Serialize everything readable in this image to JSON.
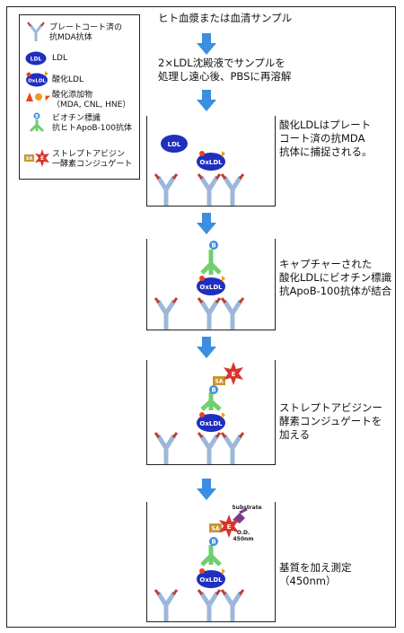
{
  "legend": {
    "plate_antibody": "プレートコート済の\n抗MDA抗体",
    "ldl": "LDL",
    "oxldl": "酸化LDL",
    "adduct": "酸化添加物\n（MDA, CNL, HNE）",
    "biotin_antibody": "ビオチン標識\n抗ヒトApoB-100抗体",
    "streptavidin_enzyme": "ストレプトアビジン\n一酵素コンジュゲート",
    "icon_ldl_label": "LDL",
    "icon_oxldl_label": "OxLDL",
    "icon_sa_label": "SA",
    "icon_e_label": "E",
    "icon_b_label": "B"
  },
  "steps": [
    {
      "text": "ヒト血漿または血清サンプル"
    },
    {
      "text": "2×LDL沈殿液でサンプルを\n処理し遠心後、PBSに再溶解"
    },
    {
      "text": "酸化LDLはプレート\nコート済の抗MDA\n抗体に捕捉される。"
    },
    {
      "text": "キャプチャーされた\n酸化LDLにビオチン標識\n抗ApoB-100抗体が結合"
    },
    {
      "text": "ストレプトアビジンー\n酵素コンジュゲートを\n加える"
    },
    {
      "text": "基質を加え測定\n（450nm）"
    }
  ],
  "labels": {
    "ldl": "LDL",
    "oxldl": "OxLDL",
    "sa": "SA",
    "e": "E",
    "b": "B",
    "substrate": "Substrate",
    "od": "O.D.",
    "wavelength": "450nm"
  },
  "colors": {
    "ldl_blue": "#1f2fbf",
    "arrow_blue": "#3b8ee0",
    "adduct_red": "#e8451e",
    "adduct_orange": "#f29a1e",
    "antibody_blue": "#9db7d9",
    "antibody_red": "#c0392b",
    "biotin_green": "#6fcf6f",
    "enzyme_red": "#d8342c",
    "sa_gold": "#c9962e",
    "substrate_purple": "#7a3f87"
  }
}
